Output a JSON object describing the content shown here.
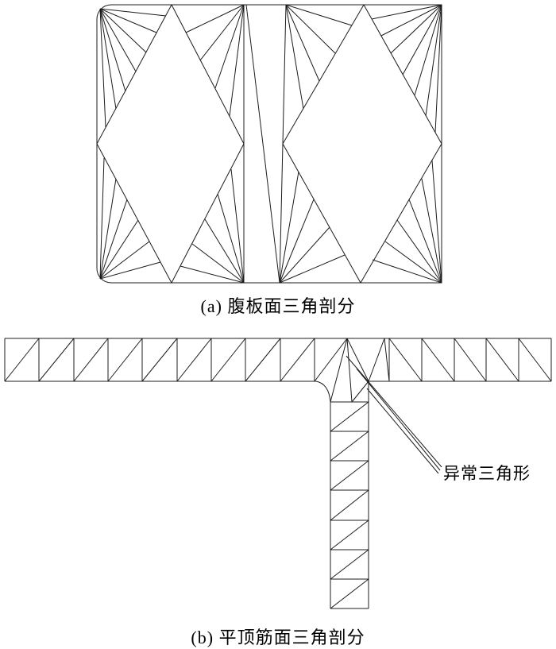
{
  "meta": {
    "background": "#ffffff",
    "stroke": "#1c1c1c"
  },
  "panel_a": {
    "caption": "(a) 腹板面三角剖分",
    "outer_paths": [
      "M 556 6 L 140 6 A 18 18 0 0 0 122 24 L 122 338 A 18 18 0 0 0 140 356 L 556 356 Z"
    ],
    "lines": [
      [
        307,
        6,
        307,
        356
      ],
      [
        360,
        6,
        352,
        356
      ],
      [
        310,
        6,
        352,
        356
      ],
      [
        122,
        181,
        216,
        6
      ],
      [
        216,
        6,
        307,
        181
      ],
      [
        307,
        181,
        216,
        356
      ],
      [
        216,
        356,
        122,
        181
      ],
      [
        126,
        11,
        133,
        160
      ],
      [
        126,
        11,
        146,
        137
      ],
      [
        126,
        11,
        158,
        115
      ],
      [
        126,
        11,
        171,
        90
      ],
      [
        126,
        11,
        184,
        66
      ],
      [
        126,
        11,
        197,
        41
      ],
      [
        126,
        11,
        209,
        20
      ],
      [
        307,
        6,
        234,
        41
      ],
      [
        307,
        6,
        252,
        76
      ],
      [
        307,
        6,
        271,
        111
      ],
      [
        307,
        6,
        289,
        146
      ],
      [
        126,
        351,
        202,
        330
      ],
      [
        126,
        351,
        188,
        304
      ],
      [
        126,
        351,
        174,
        277
      ],
      [
        126,
        351,
        160,
        251
      ],
      [
        126,
        351,
        146,
        225
      ],
      [
        126,
        351,
        131,
        199
      ],
      [
        307,
        356,
        291,
        213
      ],
      [
        307,
        356,
        274,
        244
      ],
      [
        307,
        356,
        258,
        276
      ],
      [
        307,
        356,
        242,
        307
      ],
      [
        307,
        356,
        227,
        335
      ],
      [
        356,
        181,
        458,
        6
      ],
      [
        458,
        6,
        556,
        181
      ],
      [
        556,
        181,
        454,
        356
      ],
      [
        454,
        356,
        356,
        181
      ],
      [
        360,
        6,
        382,
        137
      ],
      [
        360,
        6,
        402,
        102
      ],
      [
        360,
        6,
        422,
        67
      ],
      [
        360,
        6,
        443,
        32
      ],
      [
        556,
        6,
        468,
        24
      ],
      [
        556,
        6,
        480,
        45
      ],
      [
        556,
        6,
        492,
        67
      ],
      [
        556,
        6,
        507,
        94
      ],
      [
        556,
        6,
        522,
        120
      ],
      [
        556,
        6,
        536,
        146
      ],
      [
        556,
        6,
        548,
        167
      ],
      [
        352,
        356,
        434,
        321
      ],
      [
        352,
        356,
        415,
        286
      ],
      [
        352,
        356,
        395,
        251
      ],
      [
        352,
        356,
        376,
        216
      ],
      [
        556,
        356,
        544,
        202
      ],
      [
        556,
        356,
        531,
        225
      ],
      [
        556,
        356,
        515,
        251
      ],
      [
        556,
        356,
        500,
        277
      ],
      [
        556,
        356,
        485,
        304
      ],
      [
        556,
        356,
        469,
        327
      ]
    ]
  },
  "panel_b": {
    "caption": "(b) 平顶筋面三角剖分",
    "paths": [
      "M 398 480 Q 414 483 416 506"
    ],
    "lines": [
      [
        6,
        426,
        694,
        426
      ],
      [
        6,
        480,
        398,
        480
      ],
      [
        464,
        480,
        694,
        480
      ],
      [
        6,
        426,
        6,
        480
      ],
      [
        694,
        426,
        694,
        480
      ],
      [
        49,
        426,
        49,
        480
      ],
      [
        93,
        426,
        93,
        480
      ],
      [
        136,
        426,
        136,
        480
      ],
      [
        179,
        426,
        179,
        480
      ],
      [
        223,
        426,
        223,
        480
      ],
      [
        266,
        426,
        266,
        480
      ],
      [
        309,
        426,
        309,
        480
      ],
      [
        353,
        426,
        353,
        480
      ],
      [
        396,
        426,
        396,
        480
      ],
      [
        6,
        480,
        49,
        426
      ],
      [
        49,
        480,
        93,
        426
      ],
      [
        93,
        480,
        136,
        426
      ],
      [
        136,
        480,
        179,
        426
      ],
      [
        179,
        480,
        223,
        426
      ],
      [
        223,
        480,
        266,
        426
      ],
      [
        266,
        480,
        309,
        426
      ],
      [
        309,
        480,
        353,
        426
      ],
      [
        353,
        480,
        396,
        426
      ],
      [
        396,
        480,
        437,
        426
      ],
      [
        437,
        426,
        416,
        506
      ],
      [
        437,
        426,
        443,
        506
      ],
      [
        437,
        426,
        464,
        480
      ],
      [
        464,
        480,
        443,
        506
      ],
      [
        484,
        426,
        464,
        480
      ],
      [
        484,
        426,
        490,
        480
      ],
      [
        490,
        426,
        490,
        480
      ],
      [
        416,
        506,
        464,
        506
      ],
      [
        416,
        506,
        416,
        766
      ],
      [
        464,
        480,
        464,
        766
      ],
      [
        416,
        766,
        464,
        766
      ],
      [
        416,
        543,
        464,
        543
      ],
      [
        416,
        580,
        464,
        580
      ],
      [
        416,
        617,
        464,
        617
      ],
      [
        416,
        655,
        464,
        655
      ],
      [
        416,
        692,
        464,
        692
      ],
      [
        416,
        729,
        464,
        729
      ],
      [
        416,
        543,
        464,
        506
      ],
      [
        416,
        580,
        464,
        543
      ],
      [
        416,
        617,
        464,
        580
      ],
      [
        416,
        655,
        464,
        617
      ],
      [
        416,
        692,
        464,
        655
      ],
      [
        416,
        729,
        464,
        692
      ],
      [
        416,
        766,
        464,
        729
      ],
      [
        531,
        426,
        531,
        480
      ],
      [
        572,
        426,
        572,
        480
      ],
      [
        612,
        426,
        612,
        480
      ],
      [
        653,
        426,
        653,
        480
      ],
      [
        490,
        426,
        531,
        480
      ],
      [
        531,
        426,
        572,
        480
      ],
      [
        572,
        426,
        612,
        480
      ],
      [
        612,
        426,
        653,
        480
      ],
      [
        653,
        426,
        694,
        480
      ]
    ]
  },
  "annotation": {
    "label": "异常三角形",
    "pointer_lines": [
      [
        556,
        588,
        436,
        448
      ],
      [
        554,
        592,
        449,
        464
      ],
      [
        552,
        596,
        462,
        489
      ]
    ]
  }
}
